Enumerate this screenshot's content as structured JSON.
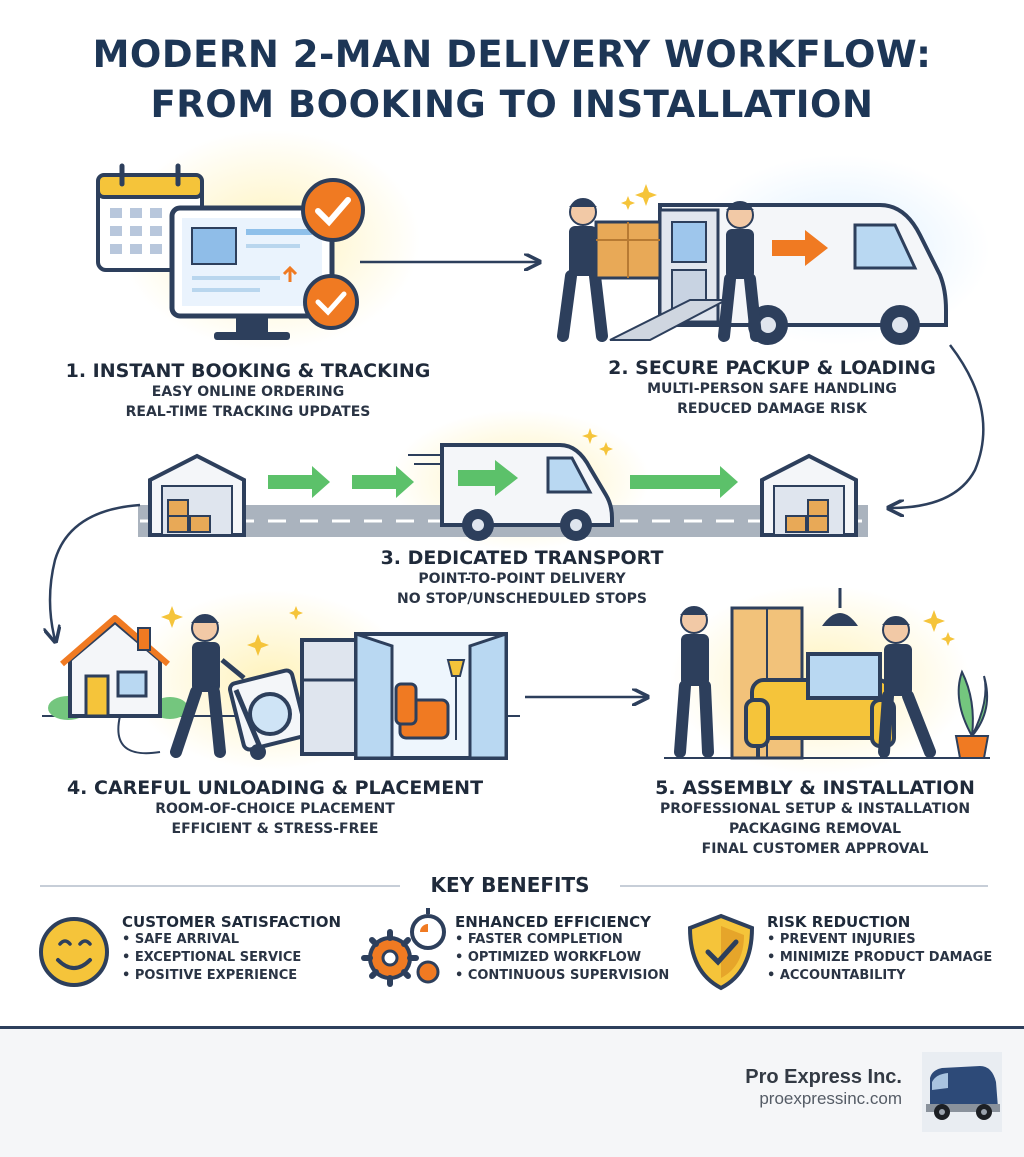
{
  "title_line1": "MODERN 2-MAN DELIVERY WORKFLOW:",
  "title_line2": "FROM BOOKING TO INSTALLATION",
  "steps": [
    {
      "title": "1. INSTANT BOOKING & TRACKING",
      "lines": [
        "EASY ONLINE ORDERING",
        "REAL-TIME TRACKING UPDATES"
      ],
      "icon": "booking-computer-icon"
    },
    {
      "title": "2. SECURE PACKUP & LOADING",
      "lines": [
        "MULTI-PERSON SAFE HANDLING",
        "REDUCED DAMAGE RISK"
      ],
      "icon": "loading-van-icon"
    },
    {
      "title": "3. DEDICATED TRANSPORT",
      "lines": [
        "POINT-TO-POINT DELIVERY",
        "NO STOP/UNSCHEDULED STOPS"
      ],
      "icon": "transport-van-icon"
    },
    {
      "title": "4. CAREFUL UNLOADING & PLACEMENT",
      "lines": [
        "ROOM-OF-CHOICE PLACEMENT",
        "EFFICIENT & STRESS-FREE"
      ],
      "icon": "unloading-house-icon"
    },
    {
      "title": "5. ASSEMBLY & INSTALLATION",
      "lines": [
        "PROFESSIONAL SETUP & INSTALLATION",
        "PACKAGING REMOVAL",
        "FINAL CUSTOMER APPROVAL"
      ],
      "icon": "installation-room-icon"
    }
  ],
  "benefits_heading": "KEY BENEFITS",
  "benefits": [
    {
      "title": "CUSTOMER SATISFACTION",
      "items": [
        "• SAFE ARRIVAL",
        "• EXCEPTIONAL SERVICE",
        "• POSITIVE EXPERIENCE"
      ],
      "icon": "smiley-face-icon"
    },
    {
      "title": "ENHANCED EFFICIENCY",
      "items": [
        "• FASTER COMPLETION",
        "• OPTIMIZED WORKFLOW",
        "• CONTINUOUS SUPERVISION"
      ],
      "icon": "gears-stopwatch-icon"
    },
    {
      "title": "RISK REDUCTION",
      "items": [
        "• PREVENT INJURIES",
        "• MINIMIZE PRODUCT DAMAGE",
        "• ACCOUNTABILITY"
      ],
      "icon": "shield-check-icon"
    }
  ],
  "brand": {
    "name": "Pro Express Inc.",
    "url": "proexpressinc.com",
    "logo_icon": "delivery-van-photo-icon"
  },
  "colors": {
    "title": "#1d3656",
    "accent_orange": "#f07a22",
    "accent_green": "#5cc16a",
    "navy": "#2d3f5c",
    "gold": "#f5c43a"
  }
}
